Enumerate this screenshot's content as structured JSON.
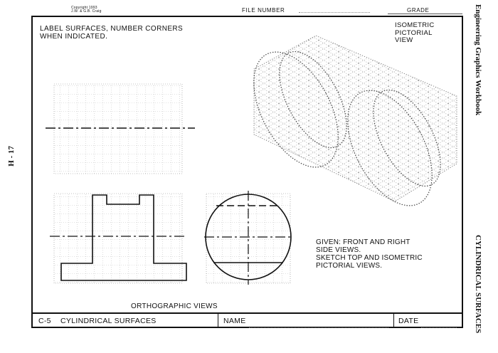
{
  "header": {
    "copyright_line1": "Copyright 1993",
    "copyright_line2": "J.W. & G.B. Craig",
    "file_number_label": "FILE NUMBER",
    "grade_label": "GRADE"
  },
  "side": {
    "page_number": "H - 17",
    "workbook_title": "Engineering Graphics Workbook",
    "chapter_title": "CYLINDRICAL SURFACES"
  },
  "instructions": {
    "line1": "LABEL SURFACES, NUMBER CORNERS",
    "line2": "WHEN INDICATED."
  },
  "iso_title": {
    "line1": "ISOMETRIC",
    "line2": "PICTORIAL",
    "line3": "VIEW"
  },
  "given": {
    "line1": "GIVEN: FRONT AND RIGHT",
    "line2": "SIDE VIEWS.",
    "line3": "SKETCH TOP AND ISOMETRIC",
    "line4": "PICTORIAL VIEWS."
  },
  "ortho_label": "ORTHOGRAPHIC VIEWS",
  "title_block": {
    "code": "C-5",
    "title": "CYLINDRICAL SURFACES",
    "name_label": "NAME",
    "date_label": "DATE"
  }
}
